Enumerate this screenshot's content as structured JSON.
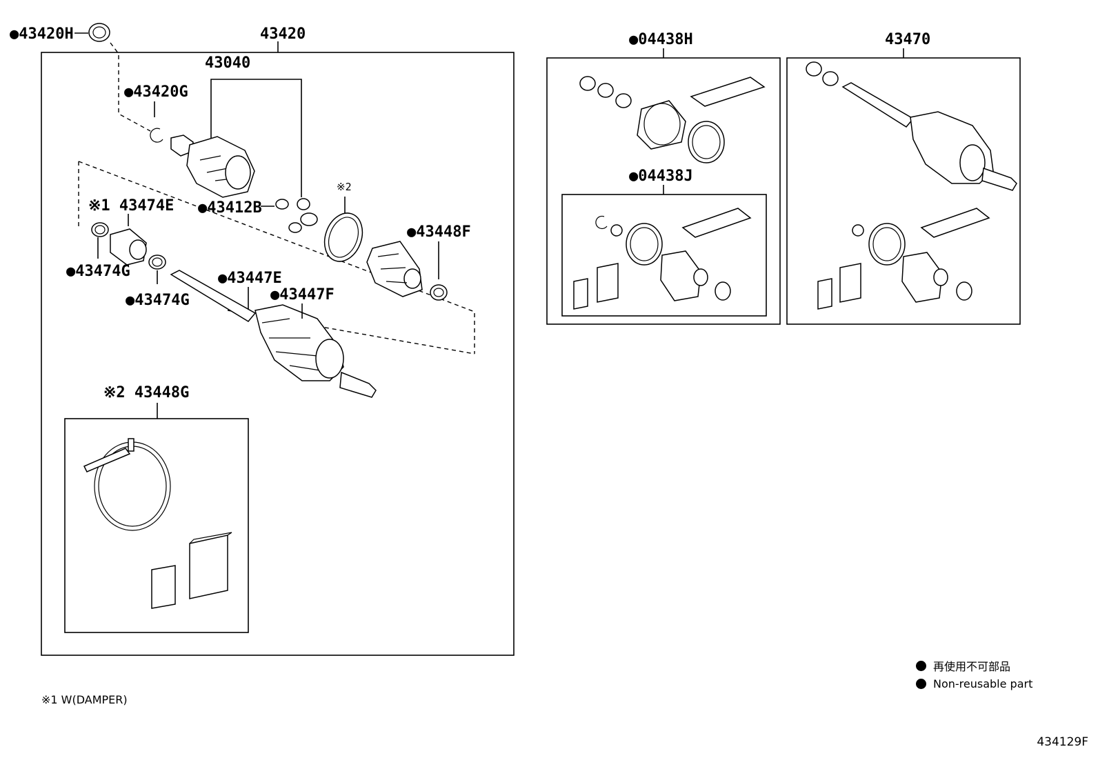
{
  "labels": {
    "p43420H": "●43420H",
    "p43420": "43420",
    "p43040": "43040",
    "p43420G": "●43420G",
    "p43412B": "●43412B",
    "p43474E": "※1 43474E",
    "p43474G_a": "●43474G",
    "p43474G_b": "●43474G",
    "p43447E": "●43447E",
    "p43447F": "●43447F",
    "p43448F": "●43448F",
    "note2_a": "※2",
    "p43448G": "※2 43448G",
    "p04438H": "●04438H",
    "p04438J": "●04438J",
    "p43470": "43470"
  },
  "legend": {
    "jp": "再使用不可部品",
    "en": "Non-reusable part"
  },
  "footnote": "※1 W(DAMPER)",
  "doc_id": "434129F"
}
